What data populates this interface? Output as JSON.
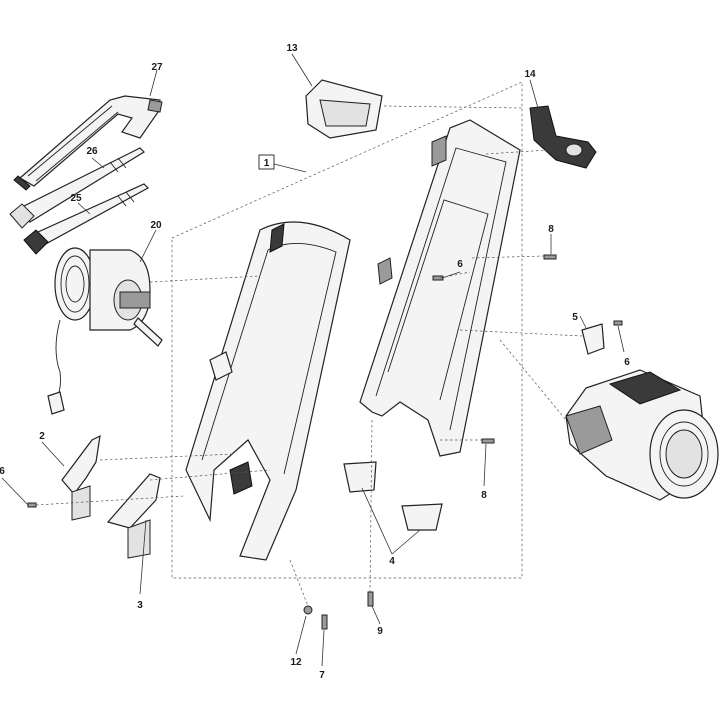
{
  "callouts": {
    "c1": "1",
    "c2": "2",
    "c3": "3",
    "c4": "4",
    "c5": "5",
    "c6a": "6",
    "c6b": "6",
    "c6c": "6",
    "c7": "7",
    "c8a": "8",
    "c8b": "8",
    "c9": "9",
    "c12": "12",
    "c13": "13",
    "c14": "14",
    "c20": "20",
    "c25": "25",
    "c26": "26",
    "c27": "27"
  }
}
